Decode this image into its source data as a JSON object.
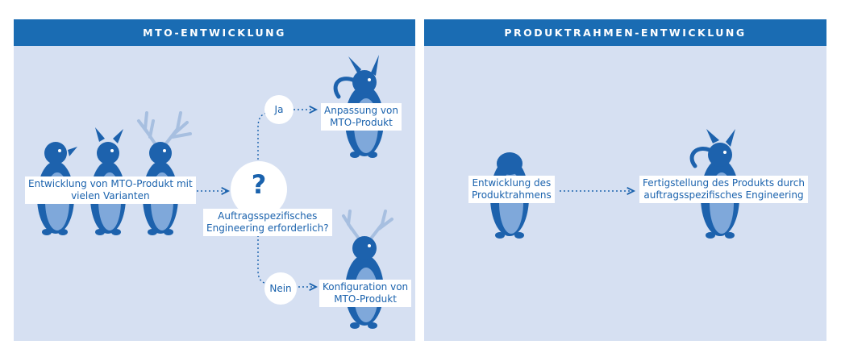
{
  "panels": {
    "left": {
      "title": "MTO-ENTWICKLUNG"
    },
    "right": {
      "title": "PRODUKTRAHMEN-ENTWICKLUNG"
    }
  },
  "left_diagram": {
    "start_label": "Entwicklung von MTO-Produkt mit\nvielen Varianten",
    "question_mark": "?",
    "question_label": "Auftragsspezifisches\nEngineering erforderlich?",
    "yes_label": "Ja",
    "yes_result": "Anpassung von\nMTO-Produkt",
    "no_label": "Nein",
    "no_result": "Konfiguration von\nMTO-Produkt"
  },
  "right_diagram": {
    "start_label": "Entwicklung des\nProduktrahmens",
    "result_label": "Fertigstellung des Produkts durch\nauftragsspezifisches Engineering"
  },
  "colors": {
    "header": "#1a6cb3",
    "panel_bg": "#d6e0f2",
    "figure_dark": "#1d62ad",
    "figure_light": "#7fa8da",
    "antler": "#a7bfe0",
    "text": "#1a62ad"
  }
}
